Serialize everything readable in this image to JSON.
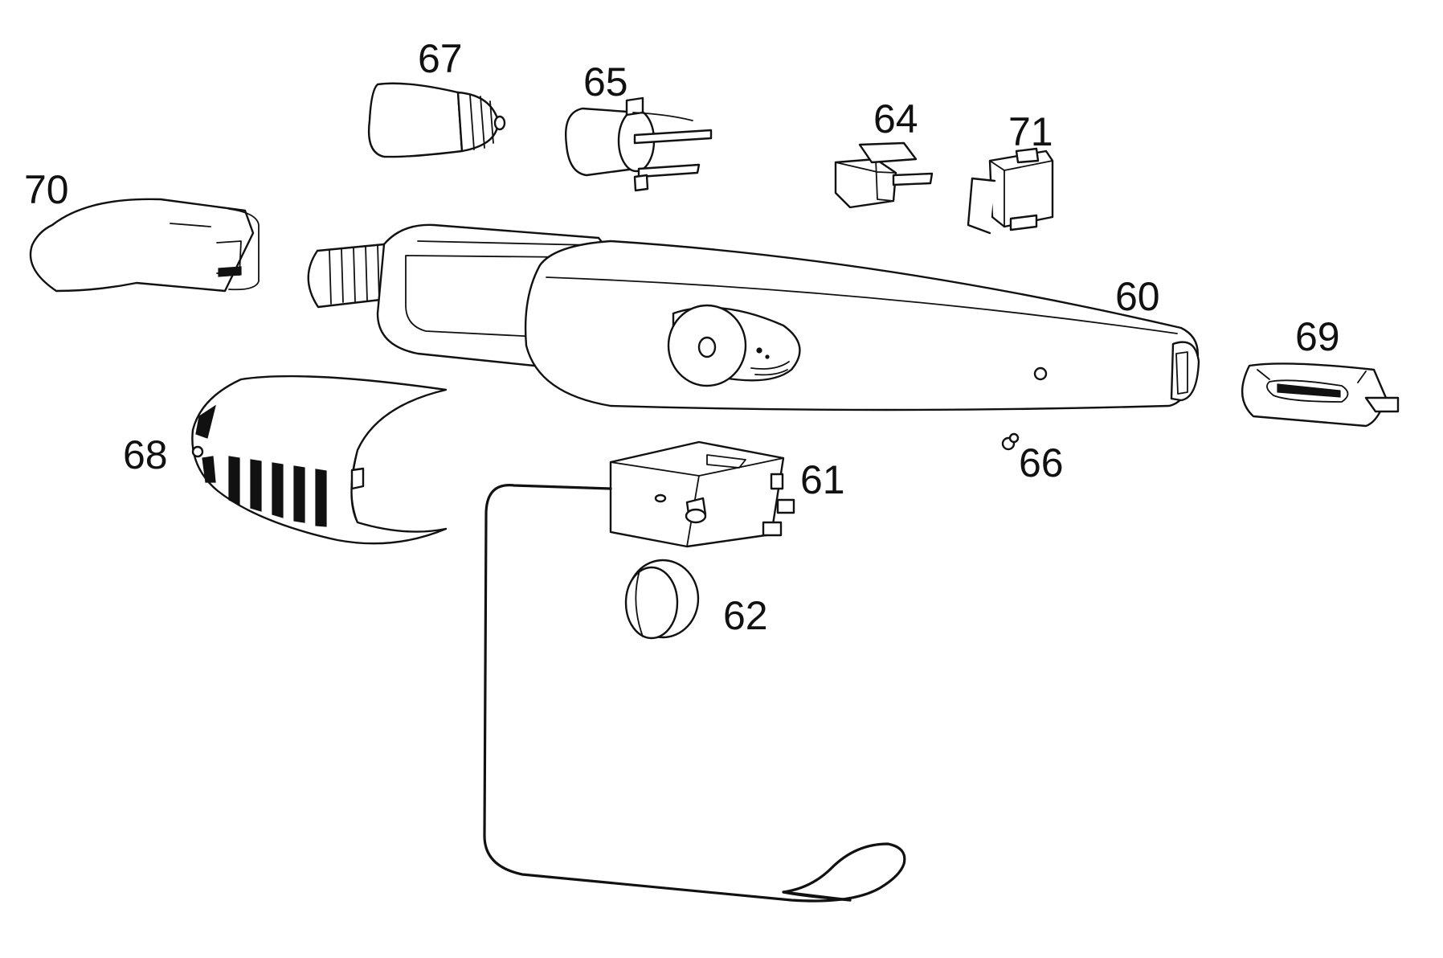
{
  "labels": {
    "p60": "60",
    "p61": "61",
    "p62": "62",
    "p64": "64",
    "p65": "65",
    "p66": "66",
    "p67": "67",
    "p68": "68",
    "p69": "69",
    "p70": "70",
    "p71": "71"
  }
}
